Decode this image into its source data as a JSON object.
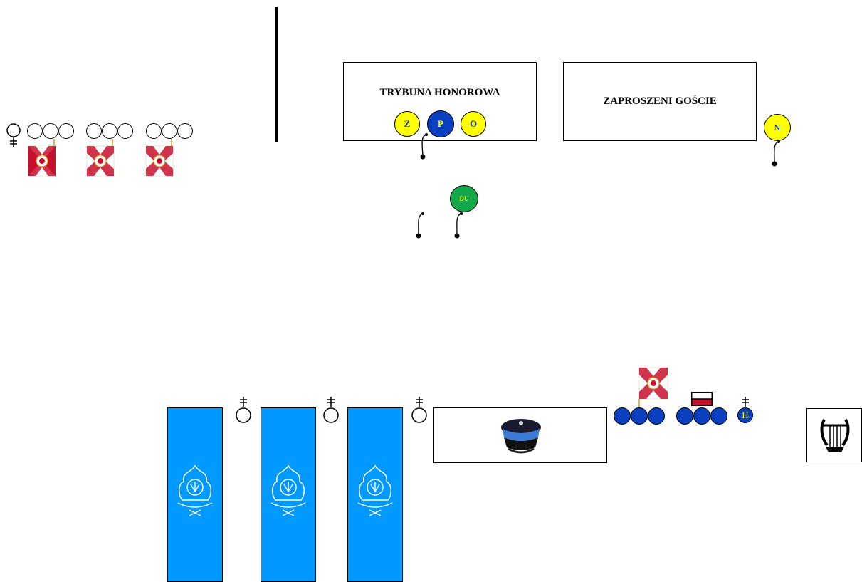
{
  "stands": {
    "honor_title": "TRYBUNA HONOROWA",
    "guests_title": "ZAPROSZENI GOŚCIE"
  },
  "markers": {
    "z": "Z",
    "p": "P",
    "o": "O",
    "n": "N",
    "du": "DU",
    "h": "H"
  },
  "colors": {
    "yellow": "#ffff00",
    "blue": "#0a3fbf",
    "green": "#14a84a",
    "banner_blue": "#0099ff",
    "flag_red": "#c8102e"
  },
  "icons": [
    "podium-line-icon",
    "woman-symbol-icon",
    "military-banner-icon",
    "cross-symbol-icon",
    "fire-service-emblem-icon",
    "police-cap-icon",
    "polish-flag-icon",
    "lyre-icon",
    "microphone-icon"
  ]
}
